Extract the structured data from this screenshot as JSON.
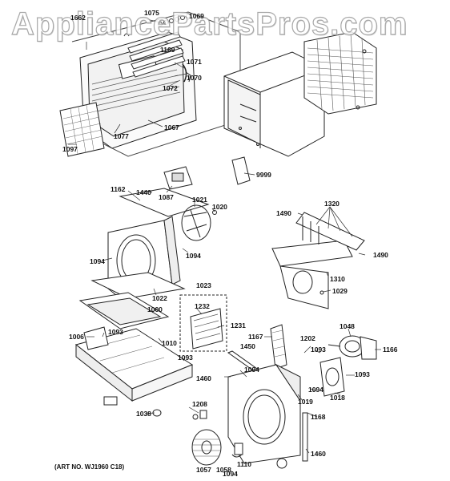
{
  "watermark": "AppliancePartsPros.com",
  "art_number": "(ART NO. WJ1960 C18)",
  "callouts": [
    "1662",
    "1075",
    "1069",
    "1169",
    "1071",
    "1070",
    "1072",
    "1067",
    "1077",
    "1097",
    "9999",
    "1162",
    "1440",
    "1087",
    "1021",
    "1020",
    "1094",
    "1022",
    "1023",
    "1232",
    "1000",
    "1231",
    "1006",
    "1093",
    "1010",
    "1038",
    "1208",
    "1057",
    "1058",
    "1110",
    "1490",
    "1320",
    "1310",
    "1029",
    "1167",
    "1450",
    "1202",
    "1048",
    "1166",
    "1019",
    "1018",
    "1460",
    "1168"
  ]
}
